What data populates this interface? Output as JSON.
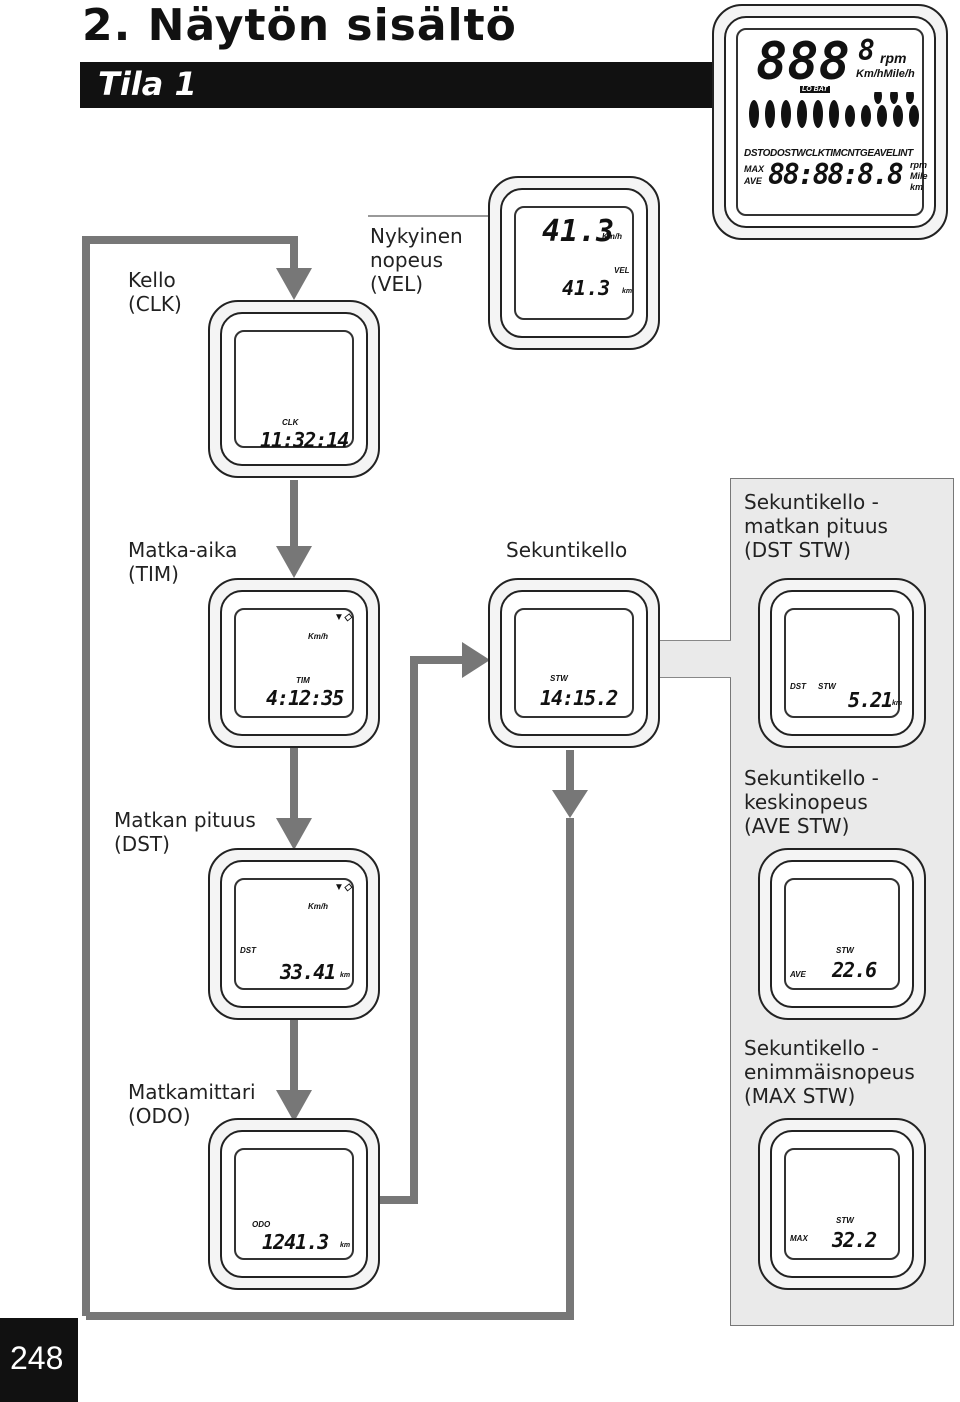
{
  "header": {
    "title": "2. Näytön sisältö",
    "mode_label": "Tila 1"
  },
  "labels": {
    "clk": "Kello\n(CLK)",
    "vel": "Nykyinen\nnopeus\n(VEL)",
    "tim": "Matka-aika\n(TIM)",
    "stopwatch": "Sekuntikello",
    "dst_stw": "Sekuntikello -\nmatkan pituus\n(DST STW)",
    "dst": "Matkan pituus\n(DST)",
    "ave_stw": "Sekuntikello -\nkeskinopeus\n(AVE STW)",
    "odo": "Matkamittari\n(ODO)",
    "max_stw": "Sekuntikello -\nenimmäisnopeus\n(MAX STW)"
  },
  "full_display": {
    "top_digits": "888",
    "small_digit": "8",
    "rpm": "rpm",
    "speed_units": "Km/hMile/h",
    "lo_bat": "LO BAT",
    "modes": "DSTODOSTWCLKTIMCNTGEAVELINT",
    "max": "MAX",
    "ave": "AVE",
    "bottom_digits": "88:88:8.8",
    "rpm2": "rpm",
    "mile": "Mile",
    "km": "km"
  },
  "devices": {
    "vel": {
      "top": "41.3",
      "unit_top": "Km/h",
      "mode": "VEL",
      "value": "41.3",
      "unit": "km"
    },
    "clk": {
      "mode": "CLK",
      "value": "11:32:14"
    },
    "tim": {
      "speed_unit": "Km/h",
      "mode": "TIM",
      "value": "4:12:35"
    },
    "stw": {
      "mode": "STW",
      "value": "14:15.2"
    },
    "dst_stw": {
      "mode": "DST",
      "mode2": "STW",
      "value": "5.21",
      "unit": "km"
    },
    "dst": {
      "speed_unit": "Km/h",
      "mode": "DST",
      "value": "33.41",
      "unit": "km"
    },
    "ave_stw": {
      "mode": "AVE",
      "mode2": "STW",
      "value": "22.6"
    },
    "odo": {
      "mode": "ODO",
      "value": "1241.3",
      "unit": "km"
    },
    "max_stw": {
      "mode": "MAX",
      "mode2": "STW",
      "value": "32.2"
    }
  },
  "page_number": "248"
}
